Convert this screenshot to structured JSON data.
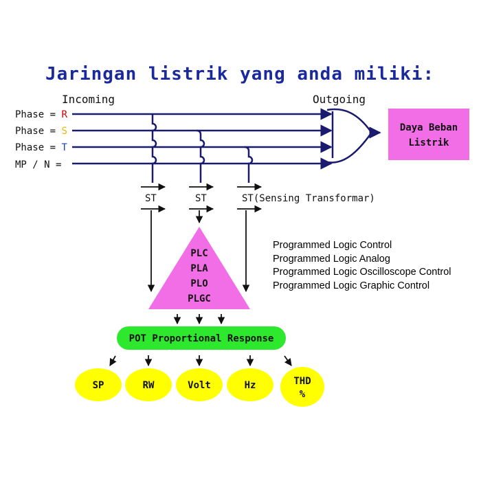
{
  "title": "Jaringan listrik yang anda miliki:",
  "incoming_label": "Incoming",
  "outgoing_label": "Outgoing",
  "lines": [
    {
      "prefix": "Phase = ",
      "code": "R",
      "code_color": "#d40000"
    },
    {
      "prefix": "Phase = ",
      "code": "S",
      "code_color": "#f0b400"
    },
    {
      "prefix": "Phase = ",
      "code": "T",
      "code_color": "#1a3fbf"
    },
    {
      "prefix": "MP / N = ",
      "code": "",
      "code_color": "#111111"
    }
  ],
  "load_box": {
    "line1": "Daya Beban",
    "line2": "Listrik",
    "color": "#f26ee6"
  },
  "sensors": [
    {
      "label": "ST"
    },
    {
      "label": "ST"
    },
    {
      "label": "ST(Sensing Transformar)"
    }
  ],
  "triangle": {
    "labels": [
      "PLC",
      "PLA",
      "PLO",
      "PLGC"
    ],
    "color": "#f26ee6"
  },
  "descriptions": [
    "Programmed Logic Control",
    "Programmed Logic Analog",
    "Programmed Logic Oscilloscope Control",
    "Programmed Logic Graphic Control"
  ],
  "response_bar": {
    "label": "POT Proportional Response",
    "color": "#2ee82e"
  },
  "outputs": [
    {
      "label": "SP"
    },
    {
      "label": "RW"
    },
    {
      "label": "Volt"
    },
    {
      "label": "Hz"
    },
    {
      "label": "THD",
      "sub": "%"
    }
  ],
  "output_color": "#ffff00"
}
